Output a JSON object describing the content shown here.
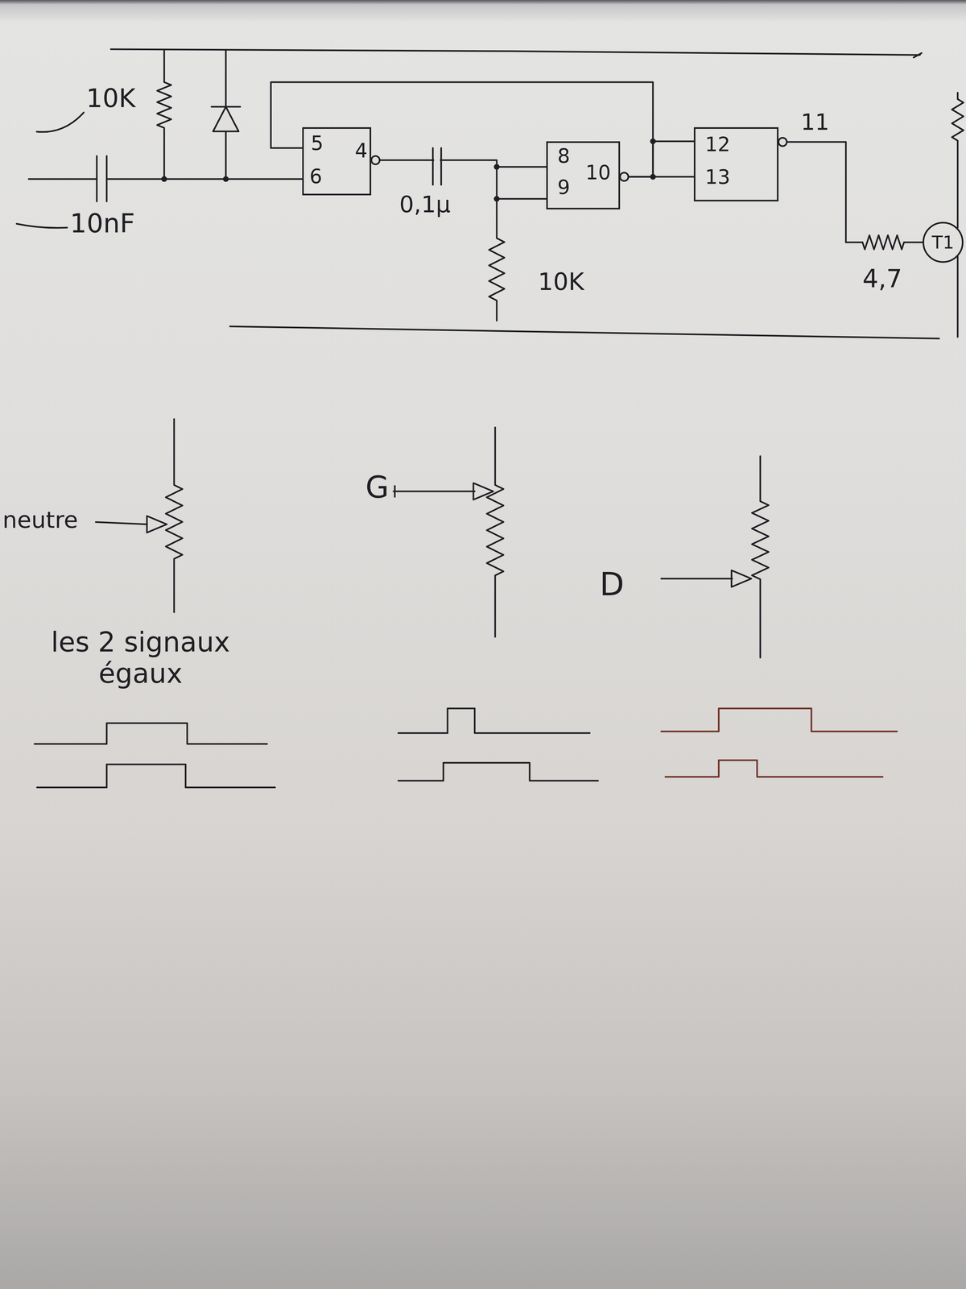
{
  "diagram": {
    "nodes": [
      {
        "text": [
          "5",
          "6",
          "4"
        ]
      },
      {
        "text": [
          "8",
          "9",
          "10"
        ]
      },
      {
        "text": [
          "12",
          "13"
        ]
      },
      {
        "text": [
          "T1"
        ]
      }
    ],
    "edges": [
      {
        "from": 0,
        "to": 1,
        "arrow": "none"
      },
      {
        "from": 1,
        "to": 2,
        "arrow": "none"
      },
      {
        "from": 1,
        "to": 0,
        "arrow": "none"
      },
      {
        "from": 2,
        "to": 3,
        "arrow": "none"
      }
    ],
    "labels": [
      "10K",
      "10nF",
      "0,1µ",
      "10K",
      "11",
      "4,7",
      "neutre",
      "G",
      "D",
      "les 2 signaux égaux"
    ]
  }
}
